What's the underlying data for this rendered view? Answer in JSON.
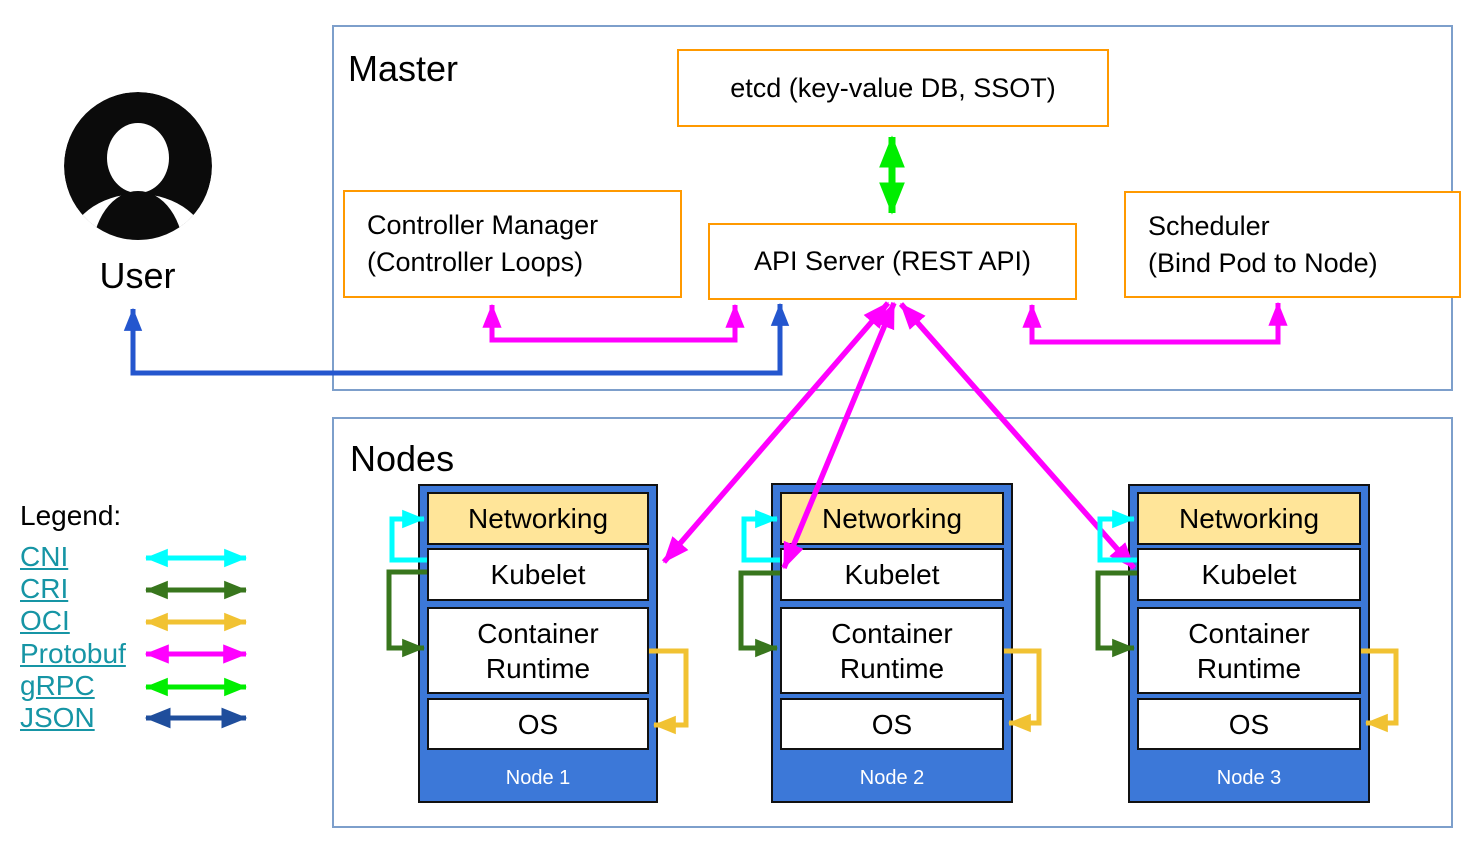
{
  "master": {
    "title": "Master",
    "etcd_label": "etcd (key-value DB, SSOT)",
    "api_server_label": "API Server (REST API)",
    "controller_manager": {
      "line1": "Controller Manager",
      "line2": "(Controller Loops)"
    },
    "scheduler": {
      "line1": "Scheduler",
      "line2": "(Bind Pod to Node)"
    }
  },
  "user": {
    "label": "User"
  },
  "nodes_section": {
    "title": "Nodes",
    "nodes": [
      {
        "name": "Node 1",
        "layers": [
          "Networking",
          "Kubelet",
          "Container Runtime",
          "OS"
        ]
      },
      {
        "name": "Node 2",
        "layers": [
          "Networking",
          "Kubelet",
          "Container Runtime",
          "OS"
        ]
      },
      {
        "name": "Node 3",
        "layers": [
          "Networking",
          "Kubelet",
          "Container Runtime",
          "OS"
        ]
      }
    ],
    "layer_lines": {
      "runtime_line1": "Container",
      "runtime_line2": "Runtime"
    }
  },
  "legend": {
    "title": "Legend:",
    "items": [
      {
        "label": "CNI",
        "color": "#00ffff"
      },
      {
        "label": "CRI",
        "color": "#38761d"
      },
      {
        "label": "OCI",
        "color": "#f1c232"
      },
      {
        "label": "Protobuf",
        "color": "#ff00ff"
      },
      {
        "label": "gRPC",
        "color": "#00ee00"
      },
      {
        "label": "JSON",
        "color": "#1f4e9c"
      }
    ]
  },
  "colors": {
    "section_border": "#7d9fcb",
    "component_border": "#ff9900",
    "node_fill": "#3c78d8",
    "networking_fill": "#ffe599",
    "user_json_arrow": "#2456ce",
    "protobuf_arrow": "#ff00ff",
    "grpc_arrow": "#00ee00",
    "cni_arrow": "#00ffff",
    "cri_arrow": "#38761d",
    "oci_arrow": "#f1c232"
  }
}
